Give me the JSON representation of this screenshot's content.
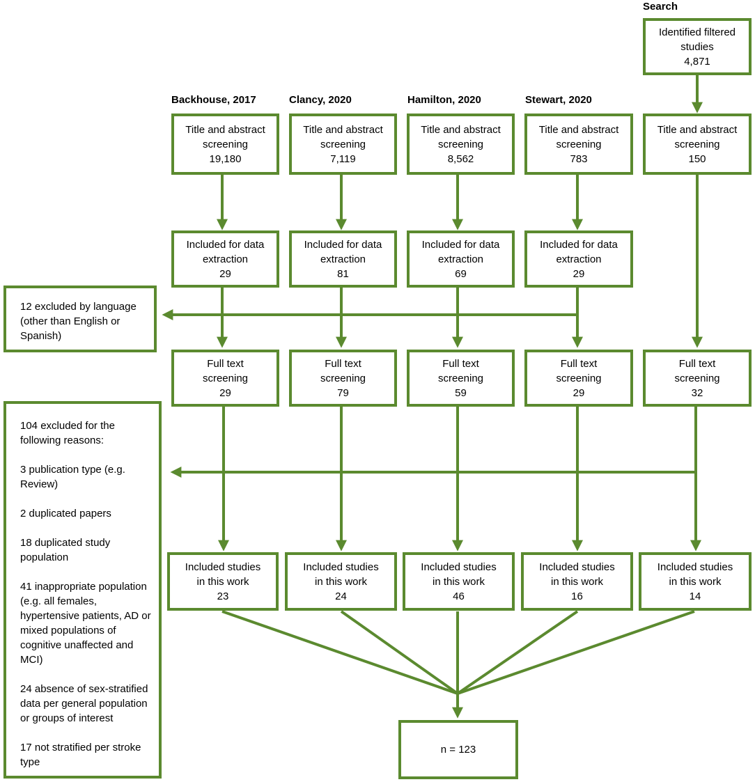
{
  "colors": {
    "accent": "#5b8a2f"
  },
  "headers": {
    "search": "Search",
    "backhouse": "Backhouse, 2017",
    "clancy": "Clancy, 2020",
    "hamilton": "Hamilton, 2020",
    "stewart": "Stewart, 2020"
  },
  "search_box": {
    "line1": "Identified filtered",
    "line2": "studies",
    "count": "4,871"
  },
  "title_screening": {
    "line1": "Title and abstract",
    "line2": "screening",
    "counts": [
      "19,180",
      "7,119",
      "8,562",
      "783",
      "150"
    ]
  },
  "data_extraction": {
    "line1": "Included for data",
    "line2": "extraction",
    "counts": [
      "29",
      "81",
      "69",
      "29"
    ]
  },
  "fulltext": {
    "line1": "Full text",
    "line2": "screening",
    "counts": [
      "29",
      "79",
      "59",
      "29",
      "32"
    ]
  },
  "included": {
    "line1": "Included studies",
    "line2": "in this work",
    "counts": [
      "23",
      "24",
      "46",
      "16",
      "14"
    ]
  },
  "language_exclusion": {
    "text": "12 excluded by language (other than English or Spanish)"
  },
  "reasons": {
    "intro": "104 excluded for the following reasons:",
    "items": [
      "3 publication type (e.g. Review)",
      "2 duplicated papers",
      "18 duplicated study population",
      "41 inappropriate population (e.g. all females, hypertensive patients, AD or mixed populations of cognitive unaffected and MCI)",
      "24 absence of sex-stratified data per general population or groups of interest",
      "17 not stratified per stroke type"
    ]
  },
  "final": {
    "text": "n = 123"
  }
}
